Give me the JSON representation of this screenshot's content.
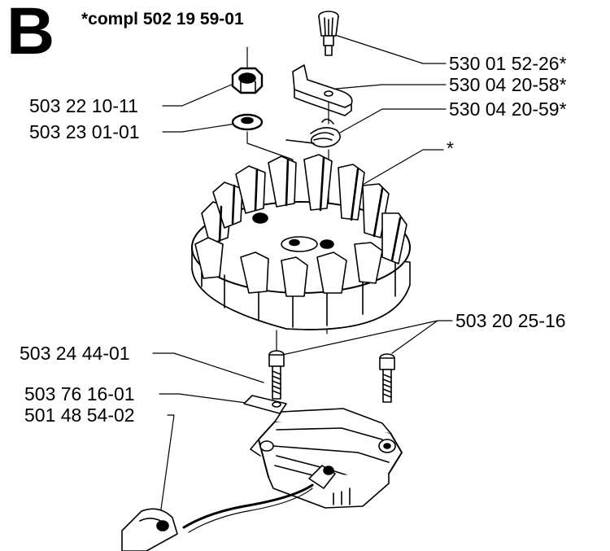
{
  "diagram": {
    "section_letter": "B",
    "assembly_note": "*compl 502 19 59-01",
    "callouts": {
      "knob": "530 01 52-26*",
      "pawl": "530 04 20-58*",
      "spring": "530 04 20-59*",
      "flywheel": "*",
      "nut": "503 22 10-11",
      "washer": "503 23 01-01",
      "coil_screws": "503 20 25-16",
      "screw_left": "503 24 44-01",
      "ground_plate": "503 76 16-01",
      "ignition_module": "501 48 54-02"
    }
  }
}
